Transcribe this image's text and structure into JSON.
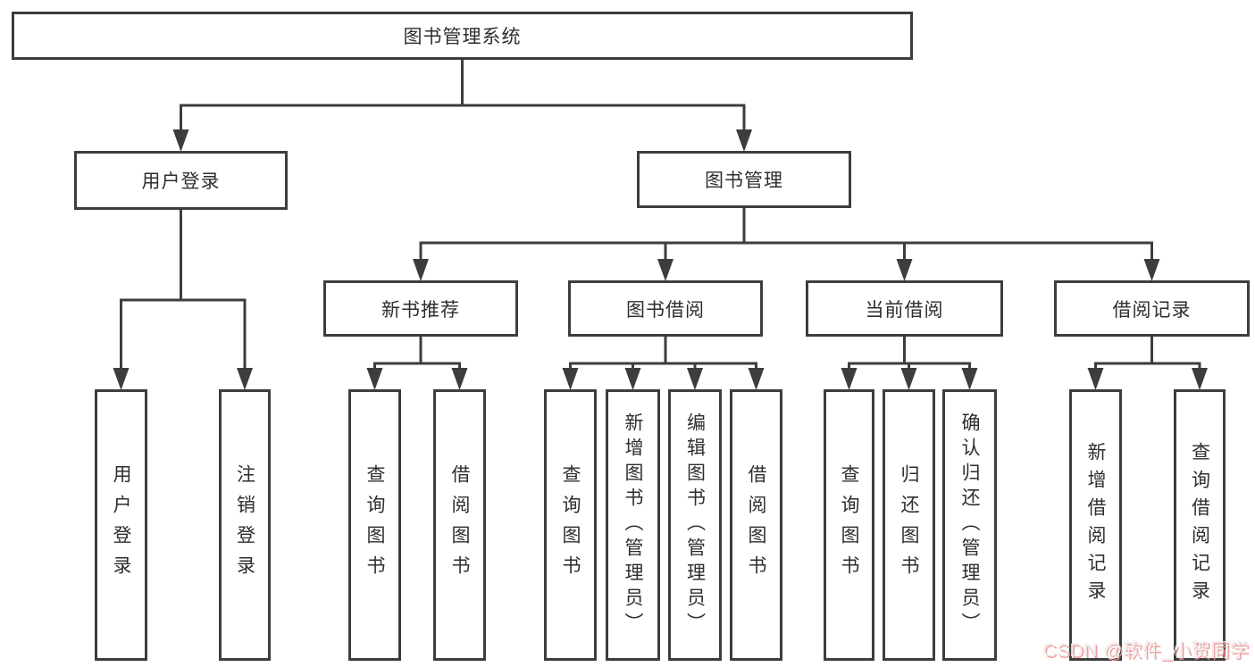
{
  "diagram": {
    "nodes": {
      "root": {
        "label": "图书管理系统"
      },
      "user_login": {
        "label": "用户登录"
      },
      "book_mgmt": {
        "label": "图书管理"
      },
      "new_book_rec": {
        "label": "新书推荐"
      },
      "book_borrow": {
        "label": "图书借阅"
      },
      "current_borrow": {
        "label": "当前借阅"
      },
      "borrow_record": {
        "label": "借阅记录"
      },
      "ul_login": {
        "label": "用户登录"
      },
      "ul_logout": {
        "label": "注销登录"
      },
      "nbr_query": {
        "label": "查询图书"
      },
      "nbr_borrow": {
        "label": "借阅图书"
      },
      "bb_query": {
        "label": "查询图书"
      },
      "bb_add": {
        "label": "新增图书（管理员）"
      },
      "bb_edit": {
        "label": "编辑图书（管理员）"
      },
      "bb_borrow": {
        "label": "借阅图书"
      },
      "cb_query": {
        "label": "查询图书"
      },
      "cb_return": {
        "label": "归还图书"
      },
      "cb_confirm": {
        "label": "确认归还（管理员）"
      },
      "br_add": {
        "label": "新增借阅记录"
      },
      "br_query": {
        "label": "查询借阅记录"
      }
    },
    "watermark": {
      "text": "CSDN @软件_小贺同学"
    },
    "colors": {
      "line": "#3d3d3d",
      "node_border": "#3d3d3d",
      "node_fill": "#ffffff",
      "text": "#2e2e2e",
      "background": "#ffffff",
      "watermark_text": "#ececec",
      "watermark_shadow": "#f09494"
    }
  }
}
